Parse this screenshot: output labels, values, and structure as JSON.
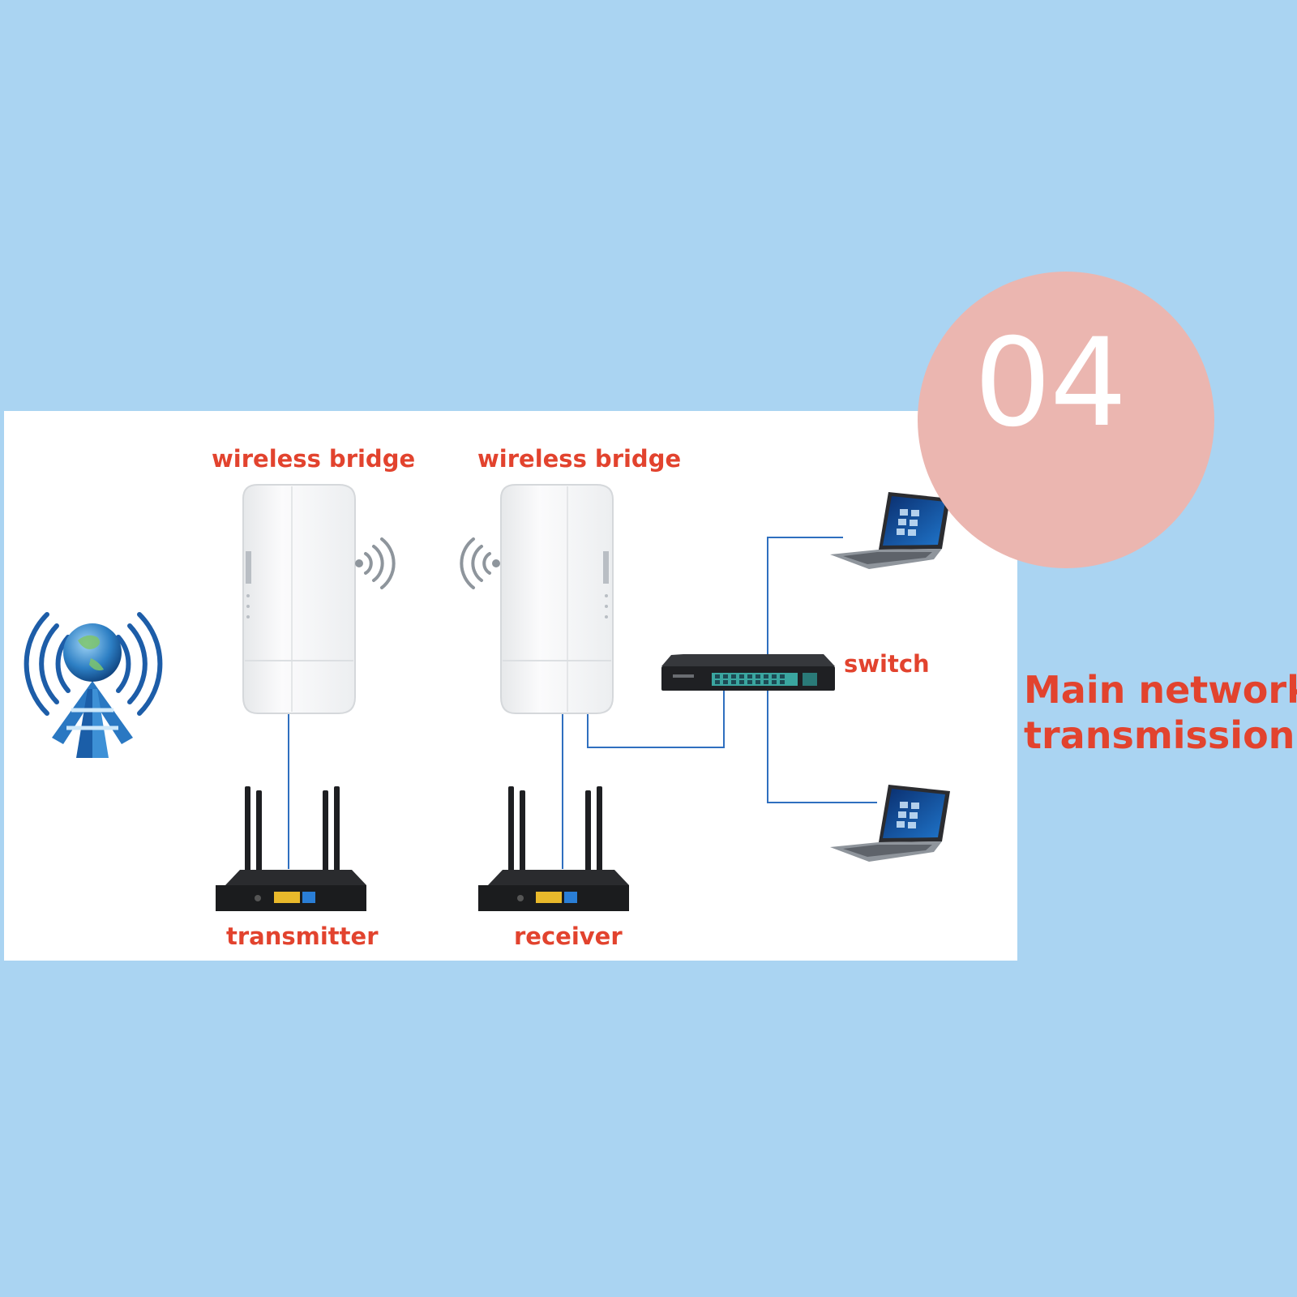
{
  "badge": {
    "number": "04"
  },
  "title": {
    "line1": "Main network",
    "line2": "transmission"
  },
  "labels": {
    "bridge_left": "wireless bridge",
    "bridge_right": "wireless bridge",
    "switch": "switch",
    "transmitter": "transmitter",
    "receiver": "receiver"
  },
  "icons": [
    "globe-tower-icon",
    "wireless-bridge-icon",
    "wifi-signal-icon",
    "router-icon",
    "network-switch-icon",
    "laptop-icon"
  ],
  "colors": {
    "background": "#aad4f2",
    "panel": "#ffffff",
    "badge": "#ebb6b0",
    "label": "#e2432e",
    "link_line": "#2f6fbf"
  }
}
